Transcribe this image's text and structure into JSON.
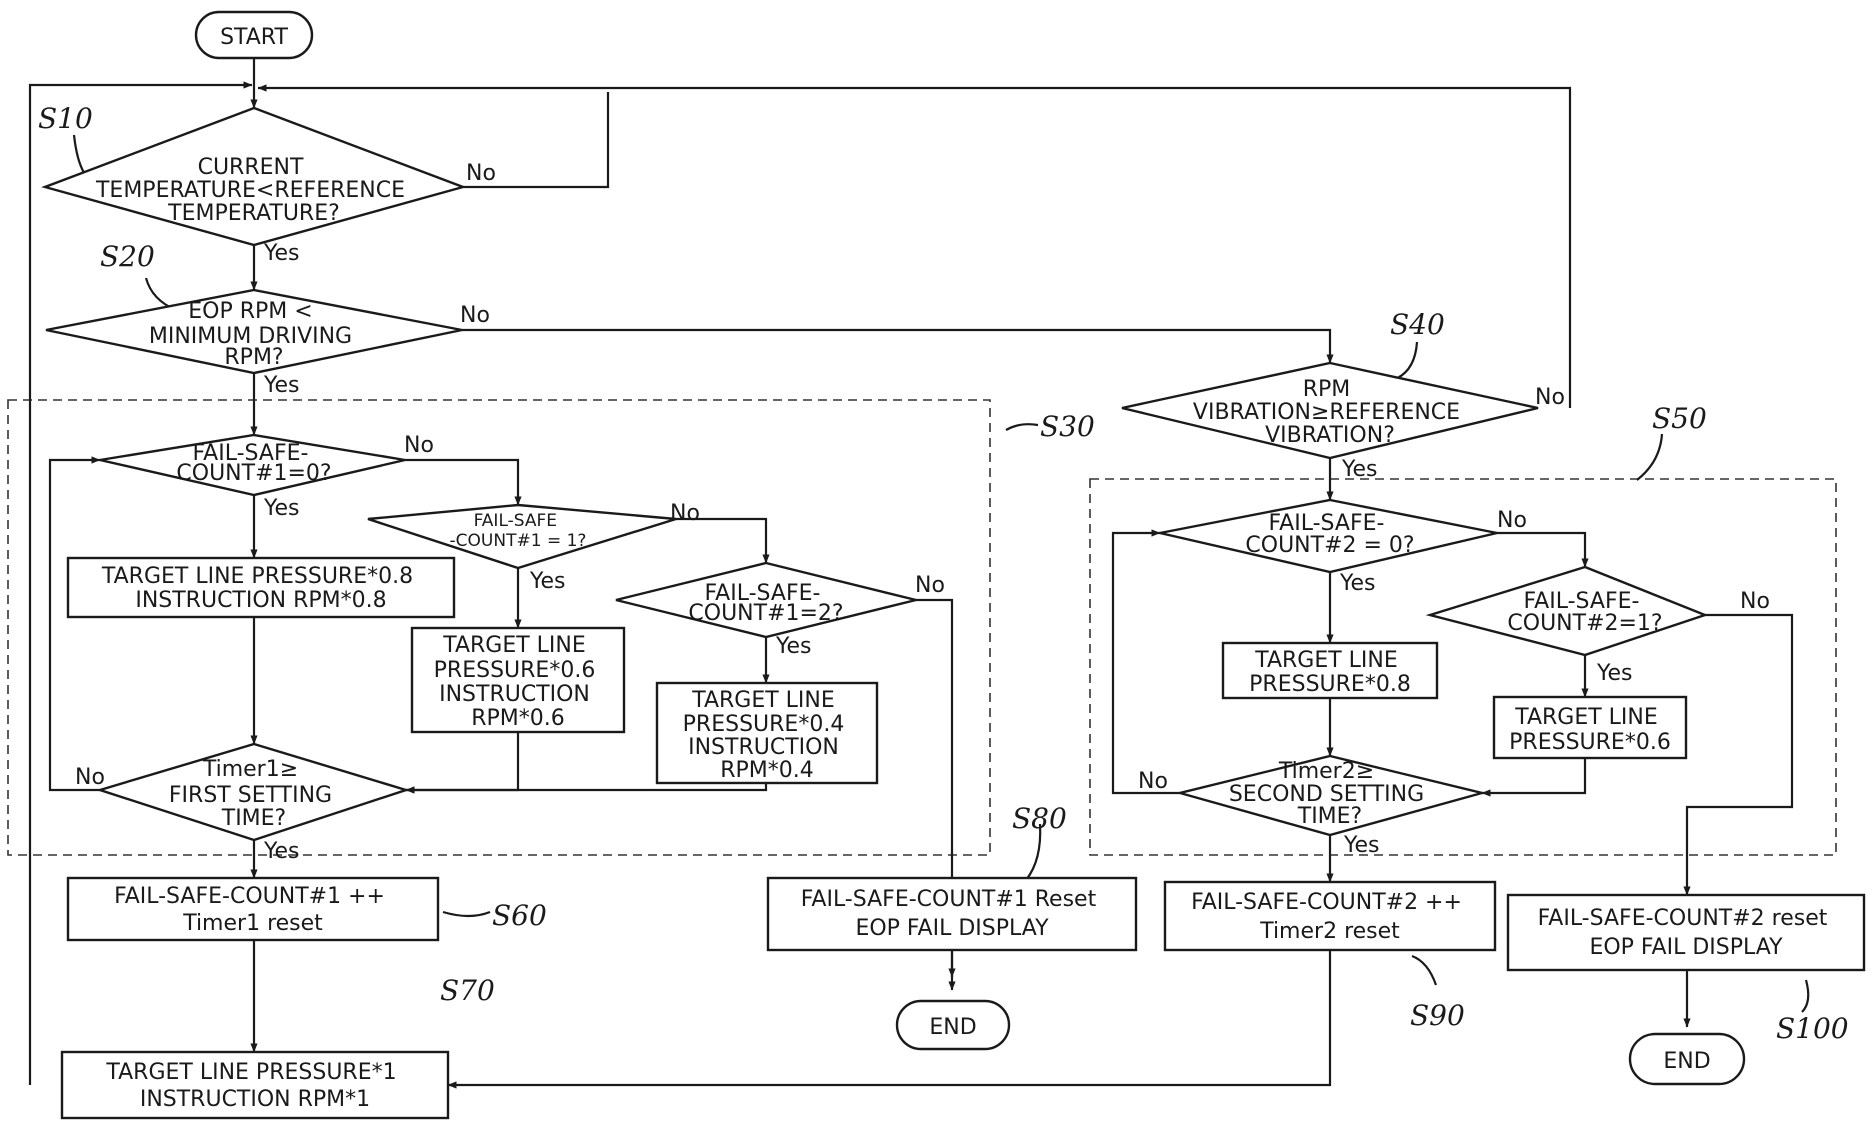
{
  "labels": {
    "s10": "S10",
    "s20": "S20",
    "s30": "S30",
    "s40": "S40",
    "s50": "S50",
    "s60": "S60",
    "s70": "S70",
    "s80": "S80",
    "s90": "S90",
    "s100": "S100"
  },
  "answers": {
    "yes": "Yes",
    "no": "No"
  },
  "terminals": {
    "start": "START",
    "end": "END"
  },
  "decisions": {
    "d10": [
      "CURRENT",
      "TEMPERATURE<REFERENCE",
      "TEMPERATURE?"
    ],
    "d20": [
      "EOP RPM <",
      "MINIMUM DRIVING",
      "RPM?"
    ],
    "d31": [
      "FAIL-SAFE-",
      "COUNT#1=0?"
    ],
    "d32": [
      "FAIL-SAFE",
      "-COUNT#1 = 1?"
    ],
    "d33": [
      "FAIL-SAFE-",
      "COUNT#1=2?"
    ],
    "d34": [
      "Timer1≥",
      "FIRST SETTING",
      "TIME?"
    ],
    "d40": [
      "RPM",
      "VIBRATION≥REFERENCE",
      "VIBRATION?"
    ],
    "d51": [
      "FAIL-SAFE-",
      "COUNT#2 = 0?"
    ],
    "d52": [
      "FAIL-SAFE-",
      "COUNT#2=1?"
    ],
    "d53": [
      "Timer2≥",
      "SECOND SETTING",
      "TIME?"
    ]
  },
  "processes": {
    "p31": [
      "TARGET LINE PRESSURE*0.8",
      "INSTRUCTION RPM*0.8"
    ],
    "p32": [
      "TARGET LINE",
      "PRESSURE*0.6",
      "INSTRUCTION",
      "RPM*0.6"
    ],
    "p33": [
      "TARGET LINE",
      "PRESSURE*0.4",
      "INSTRUCTION",
      "RPM*0.4"
    ],
    "p51": [
      "TARGET LINE",
      "PRESSURE*0.8"
    ],
    "p52": [
      "TARGET LINE",
      "PRESSURE*0.6"
    ],
    "p60": [
      "FAIL-SAFE-COUNT#1 ++",
      "Timer1 reset"
    ],
    "p70": [
      "TARGET LINE PRESSURE*1",
      "INSTRUCTION RPM*1"
    ],
    "p80": [
      "FAIL-SAFE-COUNT#1 Reset",
      "EOP FAIL DISPLAY"
    ],
    "p90": [
      "FAIL-SAFE-COUNT#2 ++",
      "Timer2 reset"
    ],
    "p100": [
      "FAIL-SAFE-COUNT#2 reset",
      "EOP FAIL DISPLAY"
    ]
  }
}
